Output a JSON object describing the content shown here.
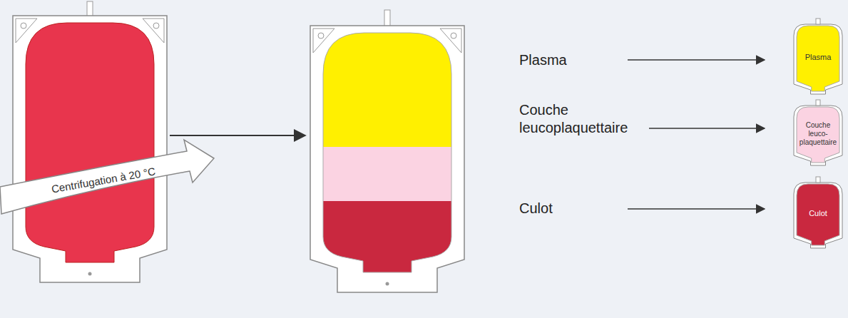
{
  "diagram": {
    "nodes": [
      {
        "text": [
          "Centrifugation à 20 °C"
        ]
      },
      {
        "text": [
          "Plasma"
        ]
      },
      {
        "text": [
          "Couche leuco-plaquettaire"
        ]
      },
      {
        "text": [
          "Culot"
        ]
      }
    ],
    "labels": [
      "Plasma",
      "Couche leucoplaquettaire",
      "Culot"
    ]
  }
}
